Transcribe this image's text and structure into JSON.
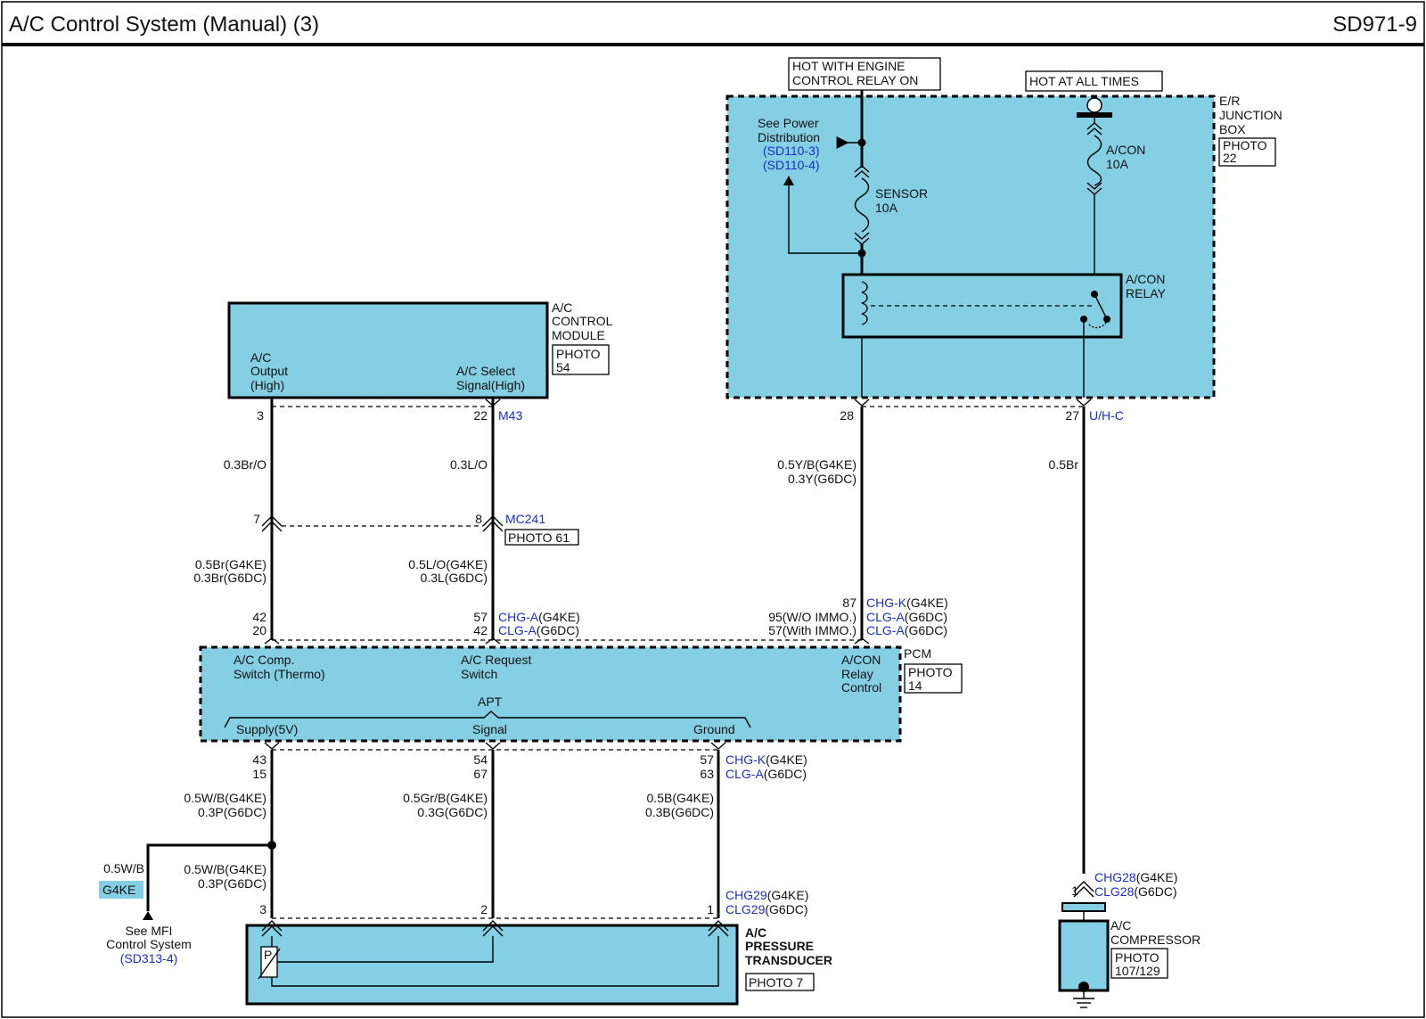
{
  "header": {
    "title": "A/C Control System (Manual) (3)",
    "page_code": "SD971-9"
  },
  "power": {
    "hot_engine_line1": "HOT WITH ENGINE",
    "hot_engine_line2": "CONTROL RELAY ON",
    "hot_all": "HOT AT ALL TIMES",
    "see_power_1": "See Power",
    "see_power_2": "Distribution",
    "ref1": "(SD110-3)",
    "ref2": "(SD110-4)",
    "sensor_fuse_1": "SENSOR",
    "sensor_fuse_2": "10A",
    "acon_fuse_1": "A/CON",
    "acon_fuse_2": "10A",
    "relay_1": "A/CON",
    "relay_2": "RELAY",
    "jbox_1": "E/R",
    "jbox_2": "JUNCTION",
    "jbox_3": "BOX",
    "jbox_photo_1": "PHOTO",
    "jbox_photo_2": "22",
    "pin_28": "28",
    "pin_27": "27",
    "conn_uhc": "U/H-C",
    "wire_28_1": "0.5Y/B(G4KE)",
    "wire_28_2": "0.3Y(G6DC)",
    "wire_27": "0.5Br"
  },
  "acm": {
    "name_1": "A/C",
    "name_2": "CONTROL",
    "name_3": "MODULE",
    "photo_1": "PHOTO",
    "photo_2": "54",
    "out_1": "A/C",
    "out_2": "Output",
    "out_3": "(High)",
    "sel_1": "A/C Select",
    "sel_2": "Signal(High)",
    "pin_3": "3",
    "pin_22": "22",
    "conn_m43": "M43",
    "wire_3": "0.3Br/O",
    "wire_22": "0.3L/O",
    "pin_7": "7",
    "pin_8": "8",
    "conn_mc241": "MC241",
    "photo_61": "PHOTO 61",
    "wire_a_1": "0.5Br(G4KE)",
    "wire_a_2": "0.3Br(G6DC)",
    "wire_b_1": "0.5L/O(G4KE)",
    "wire_b_2": "0.3L(G6DC)"
  },
  "pcm": {
    "pin_42": "42",
    "pin_20": "20",
    "pin_57": "57",
    "pin_42b": "42",
    "chg_a": "CHG-A",
    "g4ke": "(G4KE)",
    "clg_a": "CLG-A",
    "g6dc": "(G6DC)",
    "pin_87": "87",
    "pin_95": "95(W/O IMMO.)",
    "pin_57w": "57(With IMMO.)",
    "chg_k": "CHG-K",
    "comp_sw_1": "A/C Comp.",
    "comp_sw_2": "Switch (Thermo)",
    "req_1": "A/C Request",
    "req_2": "Switch",
    "relay_ctl_1": "A/CON",
    "relay_ctl_2": "Relay",
    "relay_ctl_3": "Control",
    "name": "PCM",
    "photo_1": "PHOTO",
    "photo_2": "14",
    "apt": "APT",
    "supply": "Supply(5V)",
    "signal": "Signal",
    "ground": "Ground",
    "p43": "43",
    "p15": "15",
    "p54": "54",
    "p67": "67",
    "p57": "57",
    "p63": "63"
  },
  "apt": {
    "w1_1": "0.5W/B(G4KE)",
    "w1_2": "0.3P(G6DC)",
    "w2_1": "0.5Gr/B(G4KE)",
    "w2_2": "0.3G(G6DC)",
    "w3_1": "0.5B(G4KE)",
    "w3_2": "0.3B(G6DC)",
    "branch_wire": "0.5W/B",
    "branch_tag": "G4KE",
    "w4_1": "0.5W/B(G4KE)",
    "w4_2": "0.3P(G6DC)",
    "see_mfi_1": "See MFI",
    "see_mfi_2": "Control System",
    "see_mfi_ref": "(SD313-4)",
    "pin3": "3",
    "pin2": "2",
    "pin1": "1",
    "chg29": "CHG29",
    "clg29": "CLG29",
    "name_1": "A/C",
    "name_2": "PRESSURE",
    "name_3": "TRANSDUCER",
    "photo": "PHOTO 7",
    "p_symbol": "P"
  },
  "compressor": {
    "chg28": "CHG28",
    "clg28": "CLG28",
    "pin1": "1",
    "name_1": "A/C",
    "name_2": "COMPRESSOR",
    "photo_1": "PHOTO",
    "photo_2": "107/129"
  },
  "common": {
    "g4ke": "(G4KE)",
    "g6dc": "(G6DC)"
  }
}
